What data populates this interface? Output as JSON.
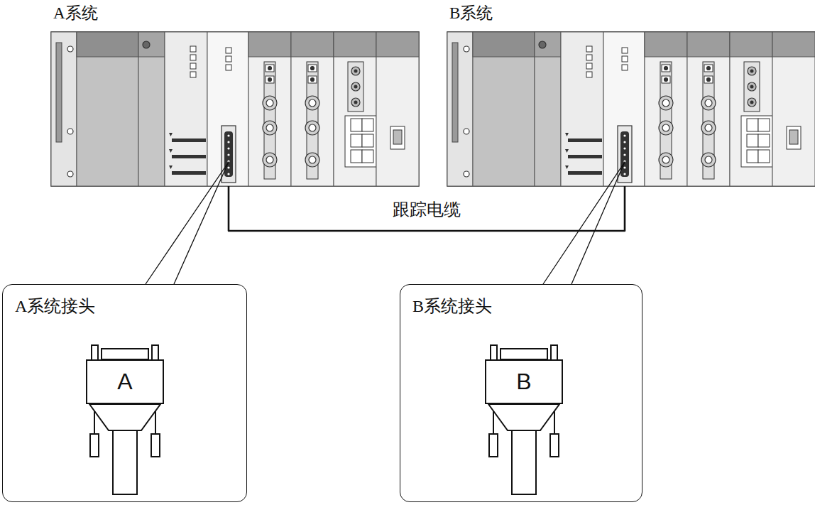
{
  "diagram": {
    "nodes": [
      {
        "text": [
          "A系统"
        ]
      },
      {
        "text": [
          "B系统"
        ]
      },
      {
        "text": [
          "A系统接头"
        ]
      },
      {
        "text": [
          "A"
        ],
        "in": 2
      },
      {
        "text": [
          "B系统接头"
        ]
      },
      {
        "text": [
          "B"
        ],
        "in": 4
      }
    ],
    "edges": [
      {
        "from": 0,
        "to": 1,
        "arrow": "none",
        "label": "跟踪电缆"
      },
      {
        "from": 2,
        "to": 0,
        "arrow": "none"
      },
      {
        "from": 4,
        "to": 1,
        "arrow": "none"
      }
    ]
  }
}
